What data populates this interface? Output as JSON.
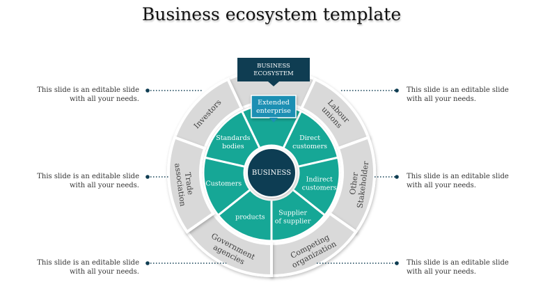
{
  "title": "Business ecosystem template",
  "header_box": {
    "label": "BUSINESS ECOSYSTEM"
  },
  "center": {
    "label": "BUSINESS"
  },
  "colors": {
    "outer_ring": "#d9d9d9",
    "inner_ring": "#16a796",
    "center": "#0f3d52",
    "header_box": "#0f3d52",
    "callout": "#1d8fb3",
    "connector": "#0f3d52"
  },
  "outer_ring": [
    {
      "label": "Investors"
    },
    {
      "label": "Labour unions"
    },
    {
      "label": "Other Stakeholder"
    },
    {
      "label": "Competing organization"
    },
    {
      "label": "Government agencies"
    },
    {
      "label": "Trade association"
    }
  ],
  "inner_ring": [
    {
      "label": "Extended enterprise"
    },
    {
      "label": "Direct customers"
    },
    {
      "label": "Indirect customers"
    },
    {
      "label": "Supplier of supplier"
    },
    {
      "label": "products"
    },
    {
      "label": "Customers"
    },
    {
      "label": "Standards bodies"
    }
  ],
  "notes": [
    {
      "text": "This slide is an editable slide with all your needs."
    },
    {
      "text": "This slide is an editable slide with all your needs."
    },
    {
      "text": "This slide is an editable slide with all your needs."
    },
    {
      "text": "This slide is an editable slide with all your needs."
    },
    {
      "text": "This slide is an editable slide with all your needs."
    },
    {
      "text": "This slide is an editable slide with all your needs."
    }
  ]
}
